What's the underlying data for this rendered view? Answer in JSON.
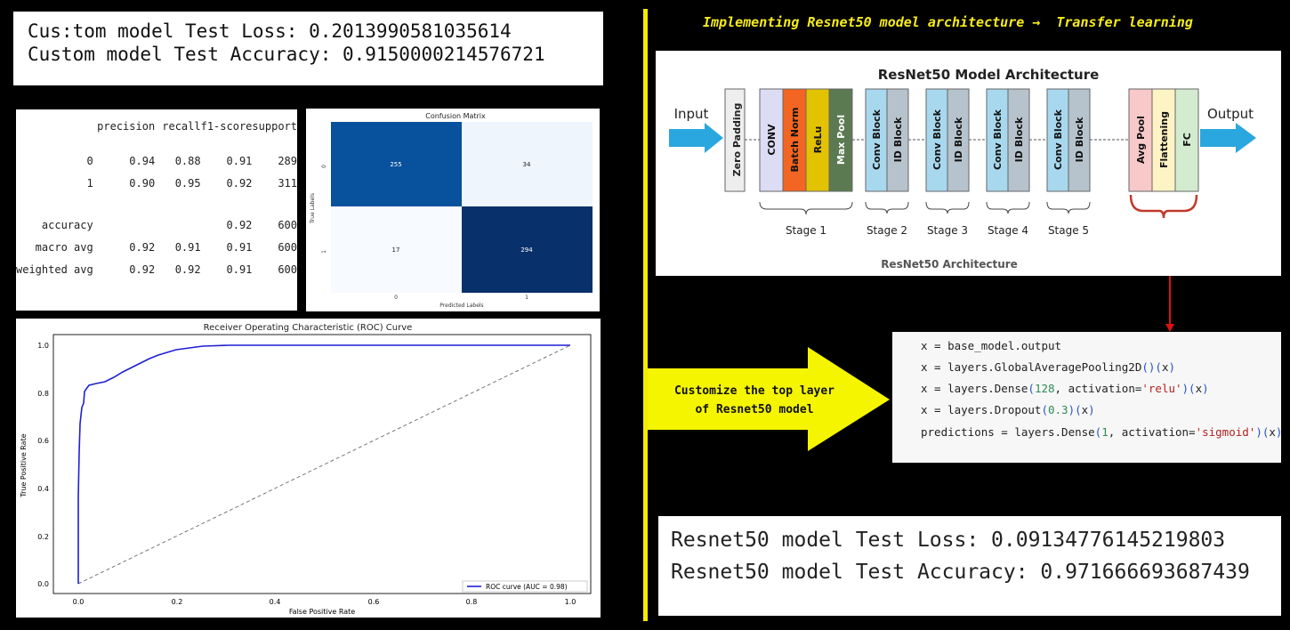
{
  "custom_metrics": {
    "loss_line": "Cus:tom model Test Loss: 0.2013990581035614",
    "accuracy_line": "Custom model Test Accuracy: 0.9150000214576721"
  },
  "report": {
    "headers": [
      "precision",
      "recall",
      "f1-score",
      "support"
    ],
    "rows": [
      {
        "label": "0",
        "precision": "0.94",
        "recall": "0.88",
        "f1": "0.91",
        "support": "289"
      },
      {
        "label": "1",
        "precision": "0.90",
        "recall": "0.95",
        "f1": "0.92",
        "support": "311"
      },
      {
        "label": "accuracy",
        "precision": "",
        "recall": "",
        "f1": "0.92",
        "support": "600"
      },
      {
        "label": "macro avg",
        "precision": "0.92",
        "recall": "0.91",
        "f1": "0.91",
        "support": "600"
      },
      {
        "label": "weighted avg",
        "precision": "0.92",
        "recall": "0.92",
        "f1": "0.91",
        "support": "600"
      }
    ]
  },
  "confusion_matrix": {
    "title": "Confusion Matrix",
    "xlabel": "Predicted Labels",
    "ylabel": "True Labels",
    "x_ticks": [
      "0",
      "1"
    ],
    "y_ticks": [
      "0",
      "1"
    ],
    "values": [
      [
        255,
        34
      ],
      [
        17,
        294
      ]
    ],
    "colors": [
      [
        "#08519c",
        "#eef5fc"
      ],
      [
        "#f7fbff",
        "#08306b"
      ]
    ]
  },
  "roc": {
    "title": "Receiver Operating Characteristic (ROC) Curve",
    "xlabel": "False Positive Rate",
    "ylabel": "True Positive Rate",
    "legend": "ROC curve (AUC = 0.98)",
    "ticks": [
      "0.0",
      "0.2",
      "0.4",
      "0.6",
      "0.8",
      "1.0"
    ],
    "line_color": "#1f1fd6"
  },
  "right_title": "Implementing Resnet50 model architecture →  Transfer learning",
  "arch": {
    "title": "ResNet50 Model Architecture",
    "subtitle": "ResNet50 Architecture",
    "input": "Input",
    "output": "Output",
    "zero_padding": "Zero Padding",
    "stage1_blocks": [
      {
        "label": "CONV",
        "color": "#dcdcf5"
      },
      {
        "label": "Batch Norm",
        "color": "#f26522"
      },
      {
        "label": "ReLu",
        "color": "#e3c200"
      },
      {
        "label": "Max Pool",
        "color": "#5c7a52"
      }
    ],
    "stages": [
      "Stage 1",
      "Stage 2",
      "Stage 3",
      "Stage 4",
      "Stage 5"
    ],
    "conv_block": "Conv Block",
    "id_block": "ID Block",
    "head_blocks": [
      {
        "label": "Avg Pool",
        "color": "#f7c9c9"
      },
      {
        "label": "Flattening",
        "color": "#fdf3c4"
      },
      {
        "label": "FC",
        "color": "#d3ecd0"
      }
    ]
  },
  "customize_label_1": "Customize the top layer",
  "customize_label_2": "of Resnet50 model",
  "code": {
    "l1": "x = base_model.output",
    "l2_a": "x = layers.GlobalAveragePooling2D",
    "l2_b": "()(",
    "l2_c": "x",
    "l2_d": ")",
    "l3_a": "x = layers.Dense",
    "l3_b": "(",
    "l3_c": "128",
    "l3_d": ", activation=",
    "l3_e": "'relu'",
    "l3_f": ")(",
    "l3_g": "x",
    "l3_h": ")",
    "l4_a": "x = layers.Dropout",
    "l4_b": "(",
    "l4_c": "0.3",
    "l4_d": ")(",
    "l4_e": "x",
    "l4_f": ")",
    "l5_a": "predictions = layers.Dense",
    "l5_b": "(",
    "l5_c": "1",
    "l5_d": ", activation=",
    "l5_e": "'sigmoid'",
    "l5_f": ")(",
    "l5_g": "x",
    "l5_h": ")"
  },
  "resnet_metrics": {
    "loss_line": "Resnet50 model Test Loss: 0.09134776145219803",
    "accuracy_line": "Resnet50 model Test Accuracy: 0.971666693687439"
  }
}
